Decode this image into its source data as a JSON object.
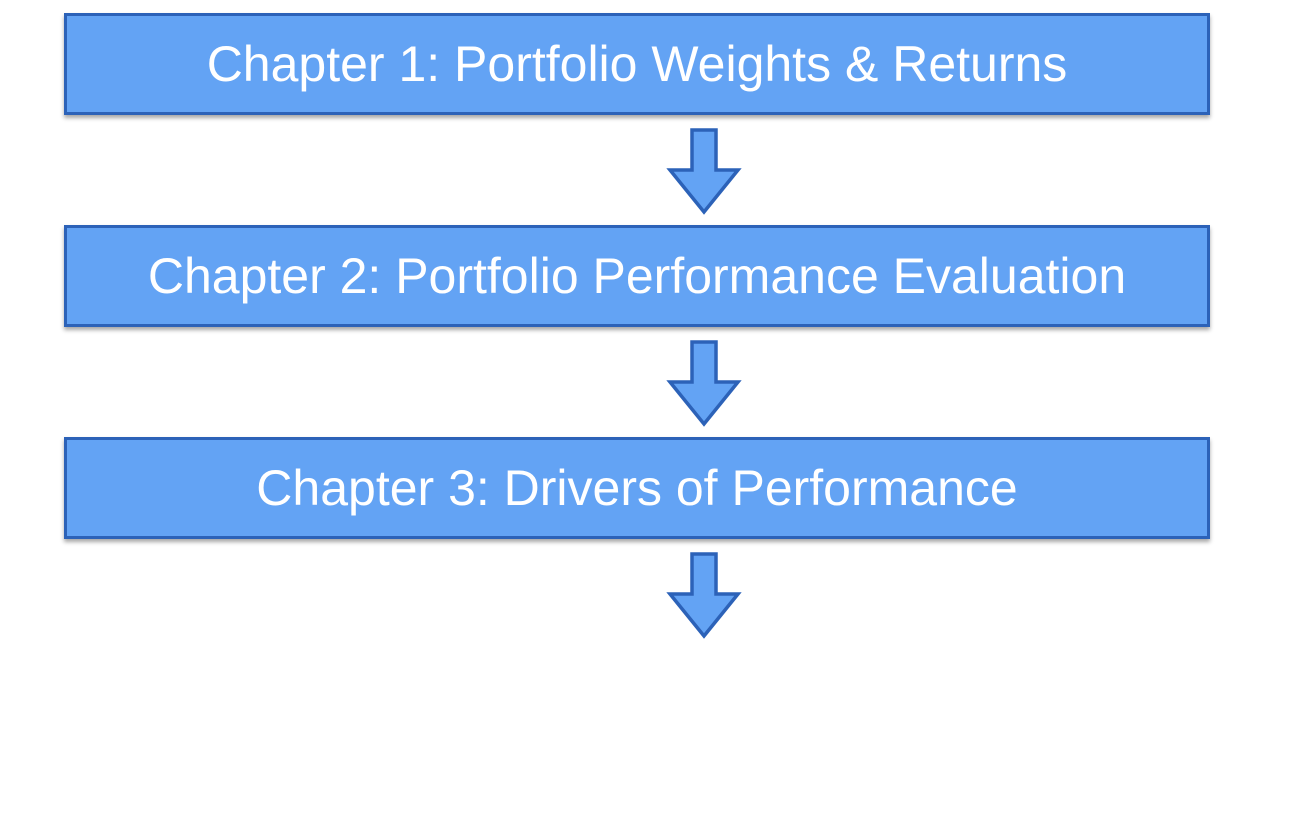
{
  "flowchart": {
    "steps": [
      {
        "label": "Chapter 1: Portfolio Weights & Returns"
      },
      {
        "label": "Chapter 2: Portfolio Performance Evaluation"
      },
      {
        "label": "Chapter 3: Drivers of Performance"
      }
    ],
    "arrow_icon": "down-arrow-icon",
    "colors": {
      "box_fill": "#63a3f4",
      "box_border": "#2c62b8",
      "text": "#ffffff",
      "background": "#ffffff"
    }
  }
}
